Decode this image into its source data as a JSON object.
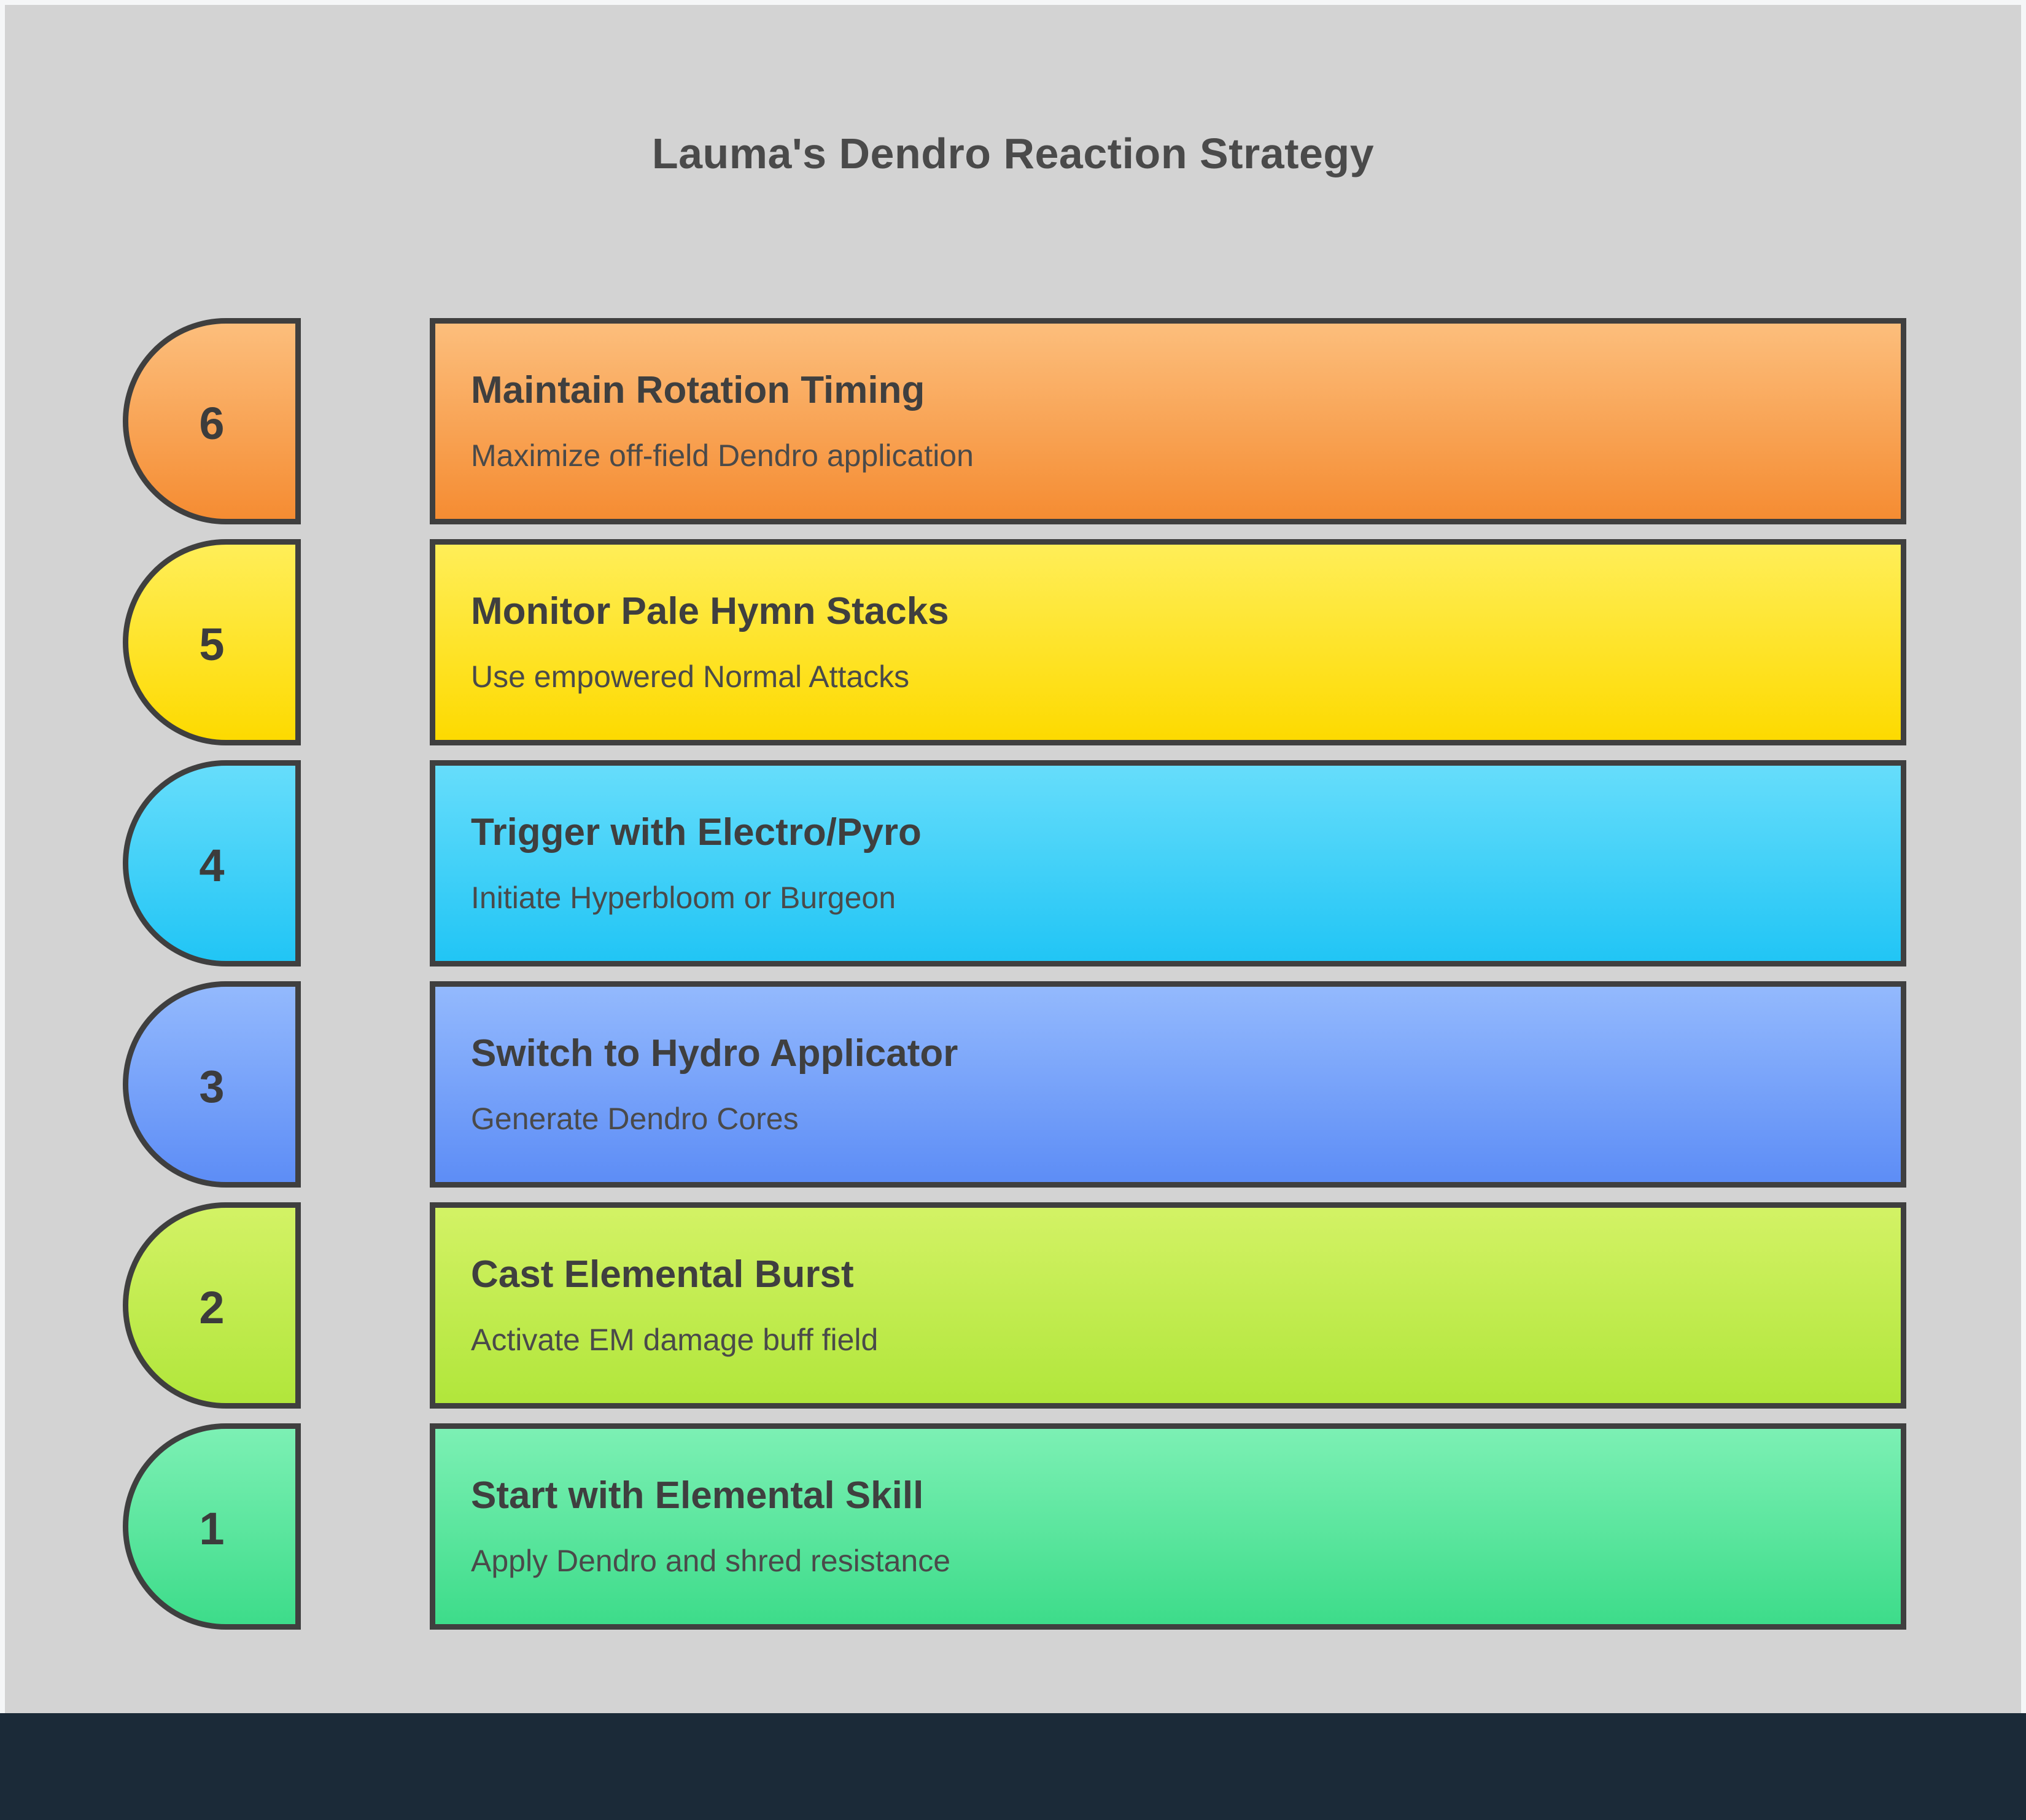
{
  "page": {
    "title": "Lauma's Dendro Reaction Strategy",
    "background_color": "#D3D3D3",
    "outer_border_color": "#F5F6F7",
    "footer_color": "#1B2A38",
    "title_color": "#4A4A4A",
    "border_color": "#3F3F3F"
  },
  "steps": [
    {
      "number": "6",
      "title": "Maintain Rotation Timing",
      "subtitle": "Maximize off-field Dendro application",
      "color_top": "#FCBE7C",
      "color_bottom": "#F58C32"
    },
    {
      "number": "5",
      "title": "Monitor Pale Hymn Stacks",
      "subtitle": "Use empowered Normal Attacks",
      "color_top": "#FFEE58",
      "color_bottom": "#FDDA00"
    },
    {
      "number": "4",
      "title": "Trigger with Electro/Pyro",
      "subtitle": "Initiate Hyperbloom or Burgeon",
      "color_top": "#66DDFB",
      "color_bottom": "#21C5F5"
    },
    {
      "number": "3",
      "title": "Switch to Hydro Applicator",
      "subtitle": "Generate Dendro Cores",
      "color_top": "#93B9FD",
      "color_bottom": "#5D8DF6"
    },
    {
      "number": "2",
      "title": "Cast Elemental Burst",
      "subtitle": "Activate EM damage buff field",
      "color_top": "#D3F265",
      "color_bottom": "#B1E63B"
    },
    {
      "number": "1",
      "title": "Start with Elemental Skill",
      "subtitle": "Apply Dendro and shred resistance",
      "color_top": "#7CF0B4",
      "color_bottom": "#3DDC8A"
    }
  ]
}
